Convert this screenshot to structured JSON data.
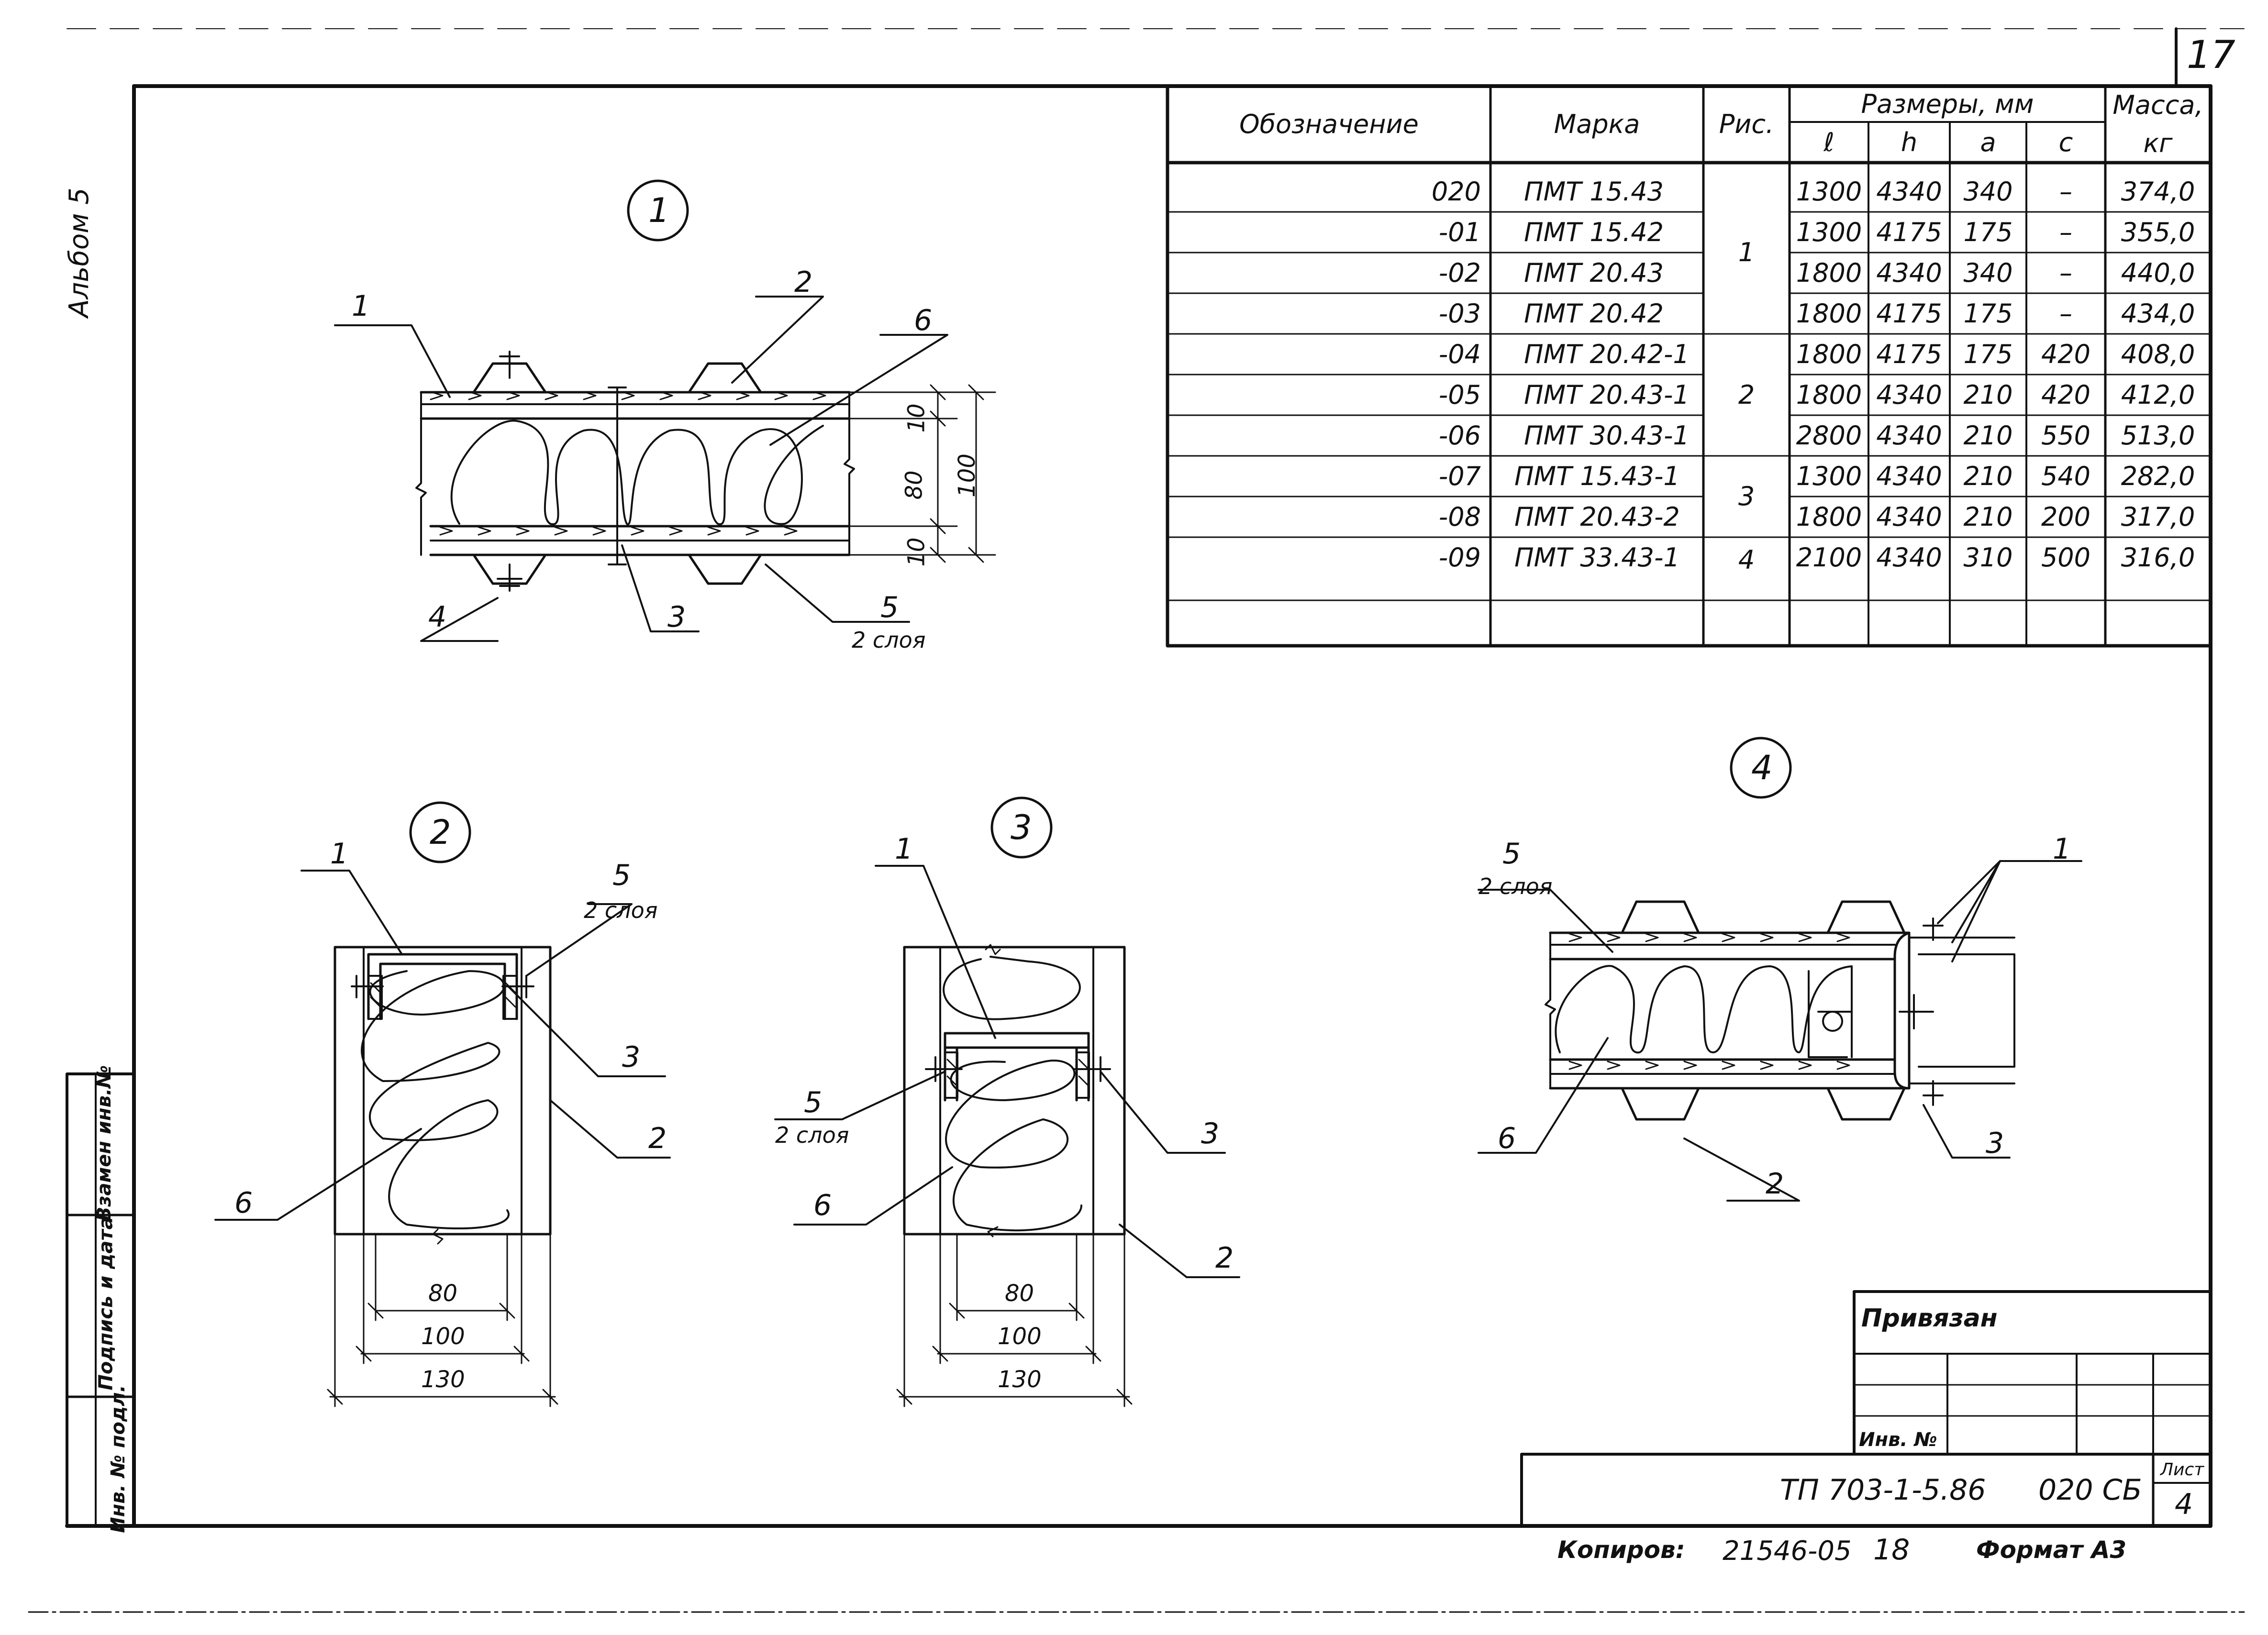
{
  "sheet": {
    "page_number": "17",
    "album_label": "Альбом 5"
  },
  "table": {
    "headers": {
      "designation": "Обозначение",
      "mark": "Марка",
      "fig": "Рис.",
      "dimensions": "Размеры, мм",
      "dim_l": "ℓ",
      "dim_h": "h",
      "dim_a": "a",
      "dim_c": "c",
      "mass": "Масса,",
      "mass_unit": "кг"
    },
    "rows": [
      {
        "designation": "020",
        "mark": "ПМТ 15.43",
        "l": "1300",
        "h": "4340",
        "a": "340",
        "c": "–",
        "mass": "374,0"
      },
      {
        "designation": "-01",
        "mark": "ПМТ 15.42",
        "l": "1300",
        "h": "4175",
        "a": "175",
        "c": "–",
        "mass": "355,0"
      },
      {
        "designation": "-02",
        "mark": "ПМТ 20.43",
        "l": "1800",
        "h": "4340",
        "a": "340",
        "c": "–",
        "mass": "440,0"
      },
      {
        "designation": "-03",
        "mark": "ПМТ 20.42",
        "l": "1800",
        "h": "4175",
        "a": "175",
        "c": "–",
        "mass": "434,0"
      },
      {
        "designation": "-04",
        "mark": "ПМТ 20.42-1",
        "l": "1800",
        "h": "4175",
        "a": "175",
        "c": "420",
        "mass": "408,0"
      },
      {
        "designation": "-05",
        "mark": "ПМТ 20.43-1",
        "l": "1800",
        "h": "4340",
        "a": "210",
        "c": "420",
        "mass": "412,0"
      },
      {
        "designation": "-06",
        "mark": "ПМТ 30.43-1",
        "l": "2800",
        "h": "4340",
        "a": "210",
        "c": "550",
        "mass": "513,0"
      },
      {
        "designation": "-07",
        "mark": "ПМТ 15.43-1",
        "l": "1300",
        "h": "4340",
        "a": "210",
        "c": "540",
        "mass": "282,0"
      },
      {
        "designation": "-08",
        "mark": "ПМТ 20.43-2",
        "l": "1800",
        "h": "4340",
        "a": "210",
        "c": "200",
        "mass": "317,0"
      },
      {
        "designation": "-09",
        "mark": "ПМТ 33.43-1",
        "l": "2100",
        "h": "4340",
        "a": "310",
        "c": "500",
        "mass": "316,0"
      }
    ],
    "fig_groups": [
      "1",
      "2",
      "3",
      "4"
    ]
  },
  "figures": {
    "fig1": {
      "number": "1",
      "callouts": [
        "1",
        "2",
        "6",
        "4",
        "3",
        "5"
      ],
      "layers_note": "2 слоя",
      "dims": [
        "10",
        "80",
        "10",
        "100"
      ]
    },
    "fig2": {
      "number": "2",
      "callouts": [
        "1",
        "5",
        "3",
        "2",
        "6"
      ],
      "layers_note": "2 слоя",
      "dims": [
        "80",
        "100",
        "130"
      ]
    },
    "fig3": {
      "number": "3",
      "callouts": [
        "1",
        "5",
        "3",
        "6",
        "2"
      ],
      "layers_note": "2 слоя",
      "dims": [
        "80",
        "100",
        "130"
      ]
    },
    "fig4": {
      "number": "4",
      "callouts": [
        "5",
        "1",
        "6",
        "3",
        "2"
      ],
      "layers_note": "2 слоя"
    }
  },
  "side_stamp": {
    "cells": [
      "Инв. № подл.",
      "Подпись и дата",
      "Взамен инв.№"
    ]
  },
  "title_block": {
    "bound_label": "Привязан",
    "inv_label": "Инв. №",
    "doc_code": "ТП 703-1-5.86",
    "doc_suffix": "020 СБ",
    "sheet_label": "Лист",
    "sheet_number": "4"
  },
  "footer": {
    "copied_by": "Копиров: ",
    "order_number": "21546-05",
    "copy_number": "18",
    "format": "Формат А3"
  }
}
